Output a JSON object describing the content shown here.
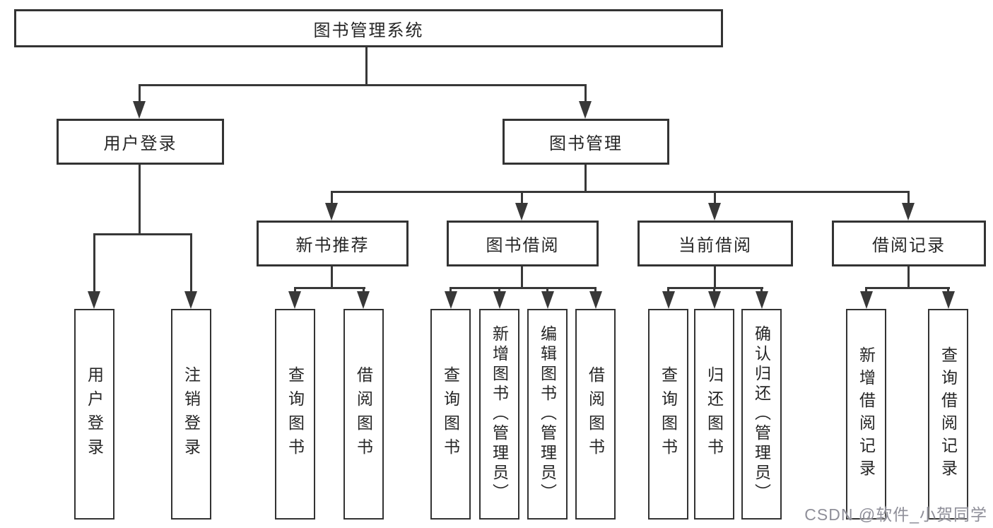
{
  "root": {
    "label": "图书管理系统"
  },
  "user_login": {
    "label": "用户登录",
    "children": [
      {
        "label": "用户登录"
      },
      {
        "label": "注销登录"
      }
    ]
  },
  "book_mgmt": {
    "label": "图书管理",
    "children": [
      {
        "label": "新书推荐",
        "children": [
          {
            "label": "查询图书"
          },
          {
            "label": "借阅图书"
          }
        ]
      },
      {
        "label": "图书借阅",
        "children": [
          {
            "label": "查询图书"
          },
          {
            "label": "新增图书（管理员）"
          },
          {
            "label": "编辑图书（管理员）"
          },
          {
            "label": "借阅图书"
          }
        ]
      },
      {
        "label": "当前借阅",
        "children": [
          {
            "label": "查询图书"
          },
          {
            "label": "归还图书"
          },
          {
            "label": "确认归还（管理员）"
          }
        ]
      },
      {
        "label": "借阅记录",
        "children": [
          {
            "label": "新增借阅记录"
          },
          {
            "label": "查询借阅记录"
          }
        ]
      }
    ]
  },
  "watermark": {
    "text": "CSDN @软件_小贺同学"
  },
  "colors": {
    "line": "#383838",
    "box_border": "#333333",
    "text": "#262626",
    "watermark": "#8f8f99",
    "background": "#ffffff"
  }
}
